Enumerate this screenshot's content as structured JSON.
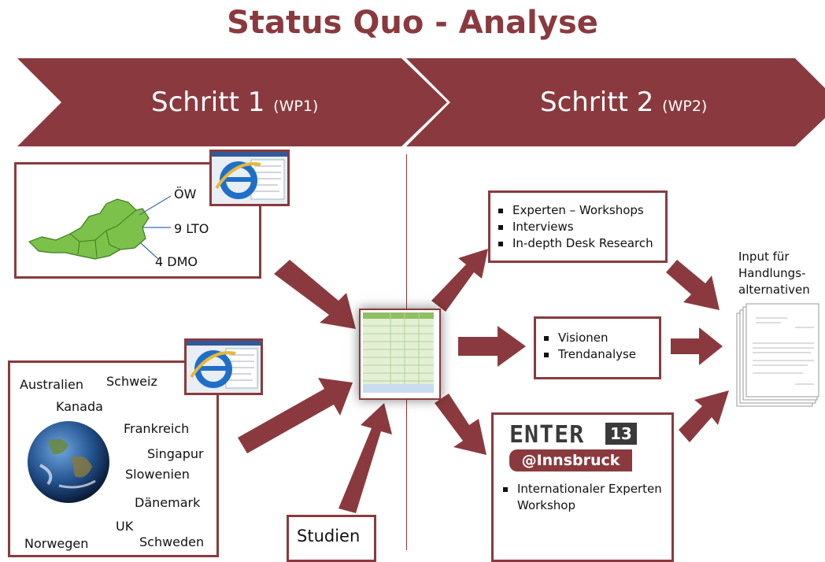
{
  "title": "Status Quo - Analyse",
  "steps": [
    {
      "label": "Schritt 1",
      "sub": "(WP1)"
    },
    {
      "label": "Schritt 2",
      "sub": "(WP2)"
    }
  ],
  "austria_box": {
    "labels": [
      "ÖW",
      "9 LTO",
      "4 DMO"
    ]
  },
  "countries": [
    "Australien",
    "Schweiz",
    "Kanada",
    "Frankreich",
    "Singapur",
    "Slowenien",
    "Dänemark",
    "UK",
    "Norwegen",
    "Schweden"
  ],
  "studien": "Studien",
  "methods_box": {
    "items": [
      "Experten – Workshops",
      "Interviews",
      "In-depth Desk Research"
    ]
  },
  "visions_box": {
    "items": [
      "Visionen",
      "Trendanalyse"
    ]
  },
  "enter_box": {
    "logo_main": "ENTER",
    "logo_num": "13",
    "logo_sub": "@Innsbruck",
    "items": [
      "Internationaler Experten Workshop"
    ]
  },
  "output": {
    "line1": "Input für",
    "line2": "Handlungs-",
    "line3": "alternativen"
  },
  "colors": {
    "accent": "#8a3a3e",
    "map_green": "#7cc24a",
    "logo_dark": "#3a3a3a"
  },
  "icons": [
    "internet-explorer-icon",
    "spreadsheet-icon",
    "document-stack-icon",
    "globe-icon",
    "austria-map-icon"
  ]
}
